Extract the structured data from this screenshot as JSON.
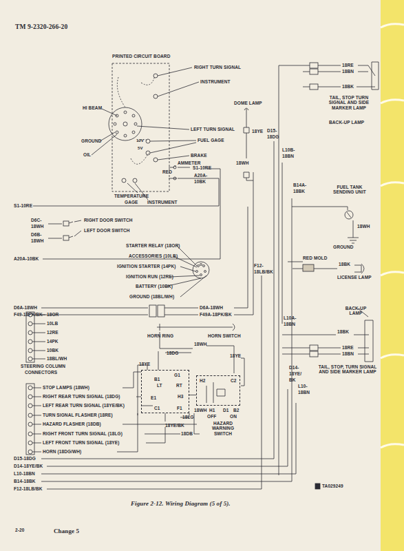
{
  "diagram": {
    "title": "TM 9-2320-266-20",
    "caption": "Figure 2-12. Wiring Diagram (5 of 5).",
    "nodes": [
      {
        "text": [
          "G1",
          "B1",
          "LT",
          "RT",
          "E1",
          "H3",
          "C1",
          "F1"
        ]
      },
      {
        "text": [
          "H2",
          "C2"
        ]
      }
    ],
    "edges": [
      {
        "from": 0,
        "to": 1,
        "arrow": "none"
      }
    ],
    "labels": [
      "PRINTED CIRCUIT BOARD",
      "RIGHT TURN SIGNAL",
      "INSTRUMENT",
      "HI BEAM",
      "LEFT TURN SIGNAL",
      "FUEL GAGE",
      "GROUND",
      "12V",
      "5V",
      "OIL",
      "BRAKE",
      "AMMETER",
      "S1-10RE",
      "RED",
      "A20A-",
      "10BK",
      "TEMPERATURE",
      "GAGE",
      "INSTRUMENT",
      "S1-10RE",
      "D6C-",
      "18WH",
      "D6B-",
      "18WH",
      "RIGHT DOOR SWITCH",
      "LEFT DOOR SWITCH",
      "STARTER RELAY (18OR)",
      "ACCESSORIES (10LB)",
      "A20A-10BK",
      "IGNITION STARTER (14PK)",
      "IGNITION RUN (12RE)",
      "BATTERY (10BK)",
      "GROUND (18BL/WH)",
      "D6A-18WH",
      "F49-18PK/BK",
      "D6A-18WH",
      "F49A-18PK/BK",
      "18OR",
      "10LB",
      "12RE",
      "14PK",
      "10BK",
      "18BL/WH",
      "STEERING COLUMN",
      "CONNECTORS",
      "HORN RING",
      "HORN SWITCH",
      "18WH",
      "18DG",
      "18YE",
      "18YE",
      "18WH",
      "H1",
      "D1",
      "B2",
      "OFF",
      "ON",
      "HAZARD WARNING SWITCH",
      "18LG",
      "18YE/BK",
      "18DB",
      "STOP LAMPS (18WH)",
      "RIGHT REAR TURN SIGNAL (18DG)",
      "LEFT REAR TURN SIGNAL (18YE/BK)",
      "TURN SIGNAL FLASHER (18RE)",
      "HAZARD FLASHER (18DB)",
      "RIGHT FRONT TURN SIGNAL (18LG)",
      "LEFT FRONT TURN SIGNAL (18YE)",
      "HORN (18DG/WH)",
      "D15-18DG",
      "D14-18YE/BK",
      "L10-18BN",
      "B14-18BK",
      "F12-18LB/BK",
      "DOME LAMP",
      "18YE",
      "18WH",
      "D15-",
      "18DG",
      "L10B-",
      "18BN",
      "B14A-",
      "18BK",
      "F12-",
      "18LB/BK",
      "L10A-",
      "18BN",
      "D14-",
      "18YE/",
      "BK",
      "L10-",
      "18BN",
      "18RE",
      "18BN",
      "18BK",
      "TAIL, STOP TURN SIGNAL AND SIDE MARKER LAMP",
      "BACK-UP LAMP",
      "FUEL TANK SENDING UNIT",
      "18WH",
      "GROUND",
      "RED MOLD",
      "18BK",
      "LICENSE LAMP",
      "BACK-UP LAMP",
      "18BK",
      "18RE",
      "18BN",
      "TAIL, STOP, TURN SIGNAL AND SIDE MARKER LAMP",
      "TA029249",
      "2-20",
      "Change 5"
    ]
  }
}
